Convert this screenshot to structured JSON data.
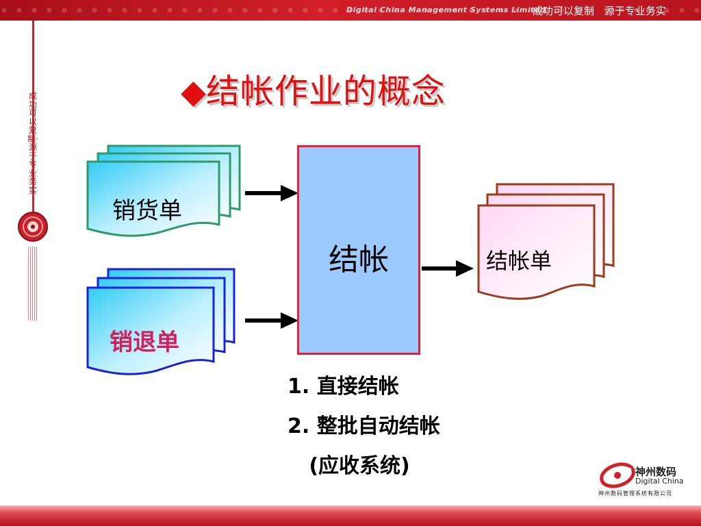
{
  "header": {
    "tagline_en": "Digital China Management Systems Limited",
    "tagline_cn": "成功可以复制 源于专业务实"
  },
  "sidebar": {
    "vertical_text": "成功可以复制·源于专业务实"
  },
  "slide": {
    "title_bullet": "◆",
    "title": "结帐作业的概念"
  },
  "diagram": {
    "inputs": [
      {
        "label": "销货单",
        "color": "#000000"
      },
      {
        "label": "销退单",
        "color": "#d0205a"
      }
    ],
    "process": {
      "label": "结帐"
    },
    "output": {
      "label": "结帐单"
    }
  },
  "methods": [
    "1. 直接结帐",
    "2. 整批自动结帐",
    "   (应收系统)"
  ],
  "logo": {
    "name_cn": "神州数码",
    "name_en": "Digital China",
    "company": "神州数码管理系统有限公司"
  },
  "colors": {
    "brand_red": "#d0202a",
    "title_red": "#e01010",
    "process_fill": "#9ccaff"
  }
}
